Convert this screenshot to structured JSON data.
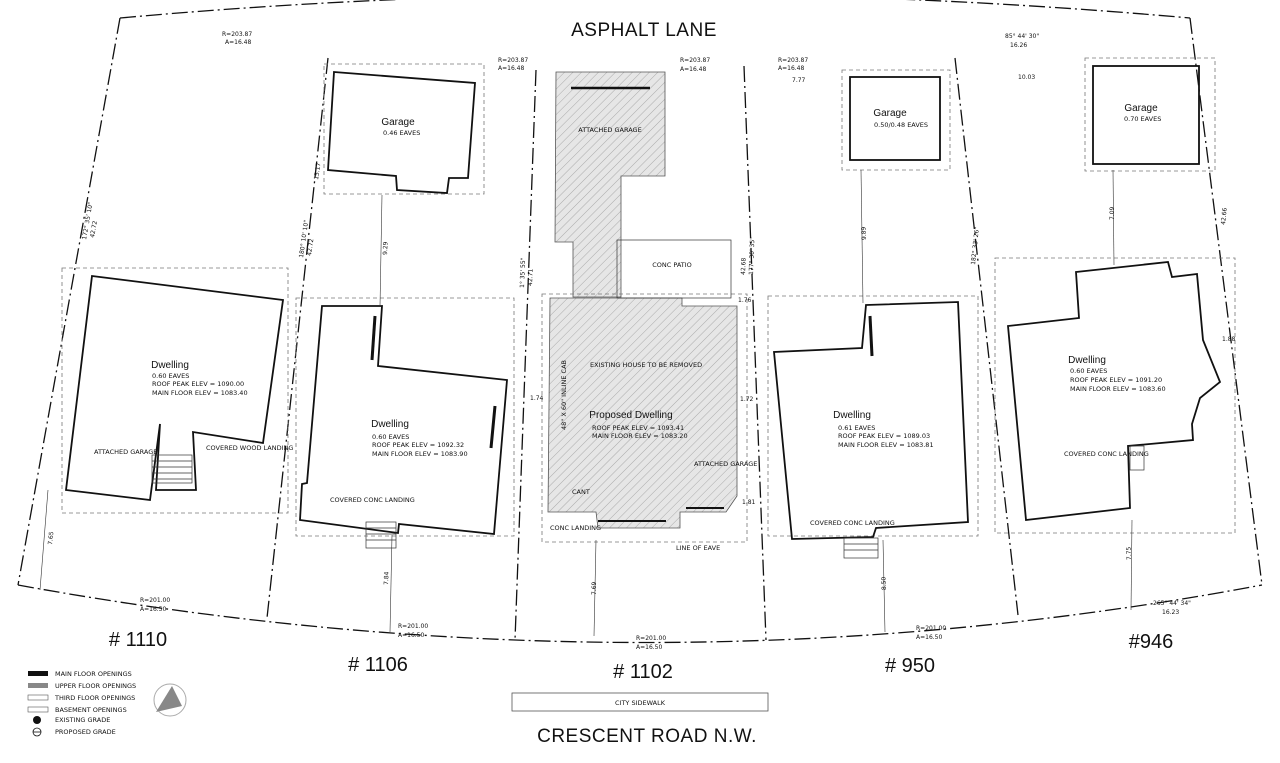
{
  "streets": {
    "north": "ASPHALT LANE",
    "south": "CRESCENT ROAD N.W.",
    "sidewalk": "CITY SIDEWALK"
  },
  "addresses": [
    "# 1110",
    "# 1106",
    "# 1102",
    "# 950",
    "#946"
  ],
  "lots": {
    "lot1110": {
      "dwelling": "Dwelling",
      "eaves": "0.60 EAVES",
      "roof": "ROOF PEAK ELEV = 1090.00",
      "floor": "MAIN FLOOR ELEV = 1083.40",
      "garage_att": "ATTACHED GARAGE",
      "landing": "COVERED WOOD LANDING"
    },
    "lot1106": {
      "garage": "Garage",
      "garage_eaves": "0.46 EAVES",
      "dwelling": "Dwelling",
      "eaves": "0.60 EAVES",
      "roof": "ROOF PEAK ELEV = 1092.32",
      "floor": "MAIN FLOOR ELEV = 1083.90",
      "landing": "COVERED CONC LANDING"
    },
    "lot1102": {
      "garage_att": "ATTACHED GARAGE",
      "patio": "CONC PATIO",
      "existing": "EXISTING HOUSE TO BE REMOVED",
      "dwelling": "Proposed Dwelling",
      "roof": "ROOF PEAK ELEV = 1093.41",
      "floor": "MAIN FLOOR ELEV = 1083.20",
      "inline": "48\" X 60\" INLINE CAB",
      "garage2": "ATTACHED GARAGE",
      "cant": "CANT",
      "landing": "CONC LANDING",
      "eave_line": "LINE OF EAVE"
    },
    "lot950": {
      "garage": "Garage",
      "garage_eaves": "0.50/0.48 EAVES",
      "dwelling": "Dwelling",
      "eaves": "0.61 EAVES",
      "roof": "ROOF PEAK ELEV = 1089.03",
      "floor": "MAIN FLOOR ELEV = 1083.81",
      "landing": "COVERED CONC LANDING"
    },
    "lot946": {
      "garage": "Garage",
      "garage_eaves": "0.70 EAVES",
      "dwelling": "Dwelling",
      "eaves": "0.60 EAVES",
      "roof": "ROOF PEAK ELEV = 1091.20",
      "floor": "MAIN FLOOR ELEV = 1083.60",
      "landing": "COVERED CONC LANDING"
    }
  },
  "dimensions": {
    "arc_top_left": "R=203.87",
    "arc_top_left2": "A=16.48",
    "arc_top_mid": "R=203.87",
    "arc_top_mid2": "A=16.48",
    "arc_top_c": "R=203.87",
    "arc_top_c2": "A=16.48",
    "arc_top_r": "R=203.87",
    "arc_top_r2": "A=16.48",
    "bearing_tr": "85° 44' 30\"",
    "bearing_tr2": "16.26",
    "arc_bot_1": "R=201.00",
    "arc_bot_1b": "A=16.50",
    "arc_bot_2": "R=201.00",
    "arc_bot_2b": "A=16.50",
    "arc_bot_3": "R=201.00",
    "arc_bot_3b": "A=16.50",
    "arc_bot_4": "R=201.00",
    "arc_bot_4b": "A=16.50",
    "bearing_br": "265° 44' 34\"",
    "bearing_br2": "16.23",
    "side1": "172° 35' 10\"",
    "side1b": "42.72",
    "side2": "180° 10' 10\"",
    "side2b": "42.72",
    "side3": "1° 35' 55\"",
    "side3b": "42.71",
    "side4": "177° 30' 35\"",
    "side4b": "42.68",
    "side5": "182° 33' 26\"",
    "side5b": "42.66",
    "d_765a": "7.65",
    "d_784": "7.84",
    "d_769": "7.69",
    "d_850": "8.50",
    "d_775": "7.75",
    "d_929": "9.29",
    "d_709": "7.09",
    "d_989": "9.89",
    "d_777": "7.77",
    "d_1003": "10.03",
    "d_1517": "15.17",
    "d_181": "1.81",
    "d_174": "1.74",
    "d_176": "1.76",
    "d_172": "1.72",
    "d_188": "1.88"
  },
  "legend": [
    "MAIN FLOOR OPENINGS",
    "UPPER FLOOR OPENINGS",
    "THIRD FLOOR OPENINGS",
    "BASEMENT OPENINGS",
    "EXISTING GRADE",
    "PROPOSED GRADE"
  ]
}
